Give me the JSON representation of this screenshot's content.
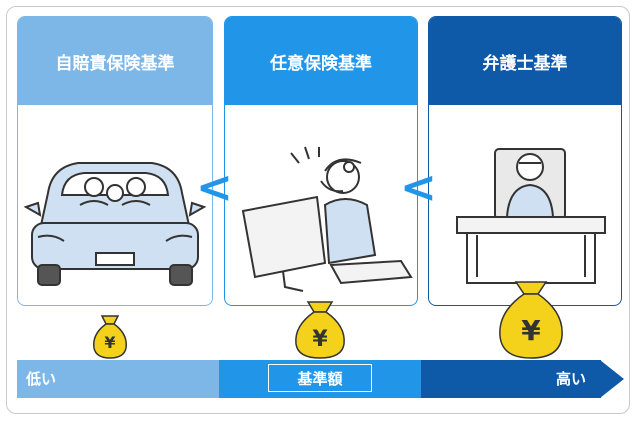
{
  "cards": [
    {
      "title": "自賠責保険基準"
    },
    {
      "title": "任意保険基準"
    },
    {
      "title": "弁護士基準"
    }
  ],
  "comparators": [
    "<",
    "<"
  ],
  "money_bags": [
    {
      "symbol": "¥",
      "size": "small"
    },
    {
      "symbol": "¥",
      "size": "medium"
    },
    {
      "symbol": "¥",
      "size": "large"
    }
  ],
  "scale": {
    "low_label": "低い",
    "center_label": "基準額",
    "high_label": "高い"
  },
  "colors": {
    "light_blue": "#7db7e8",
    "mid_blue": "#2196e8",
    "dark_blue": "#0f5aa8",
    "bag_gold": "#f4d21b"
  }
}
